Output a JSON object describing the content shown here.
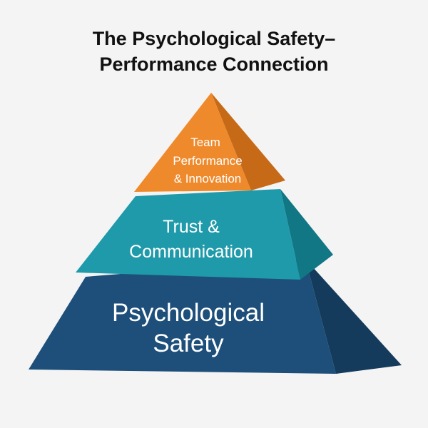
{
  "title": {
    "line1": "The Psychological Safety–",
    "line2": "Performance Connection"
  },
  "tiers": [
    {
      "name": "top",
      "lines": [
        "Team",
        "Performance",
        "& Innovation"
      ],
      "front_color": "#ef8a2c",
      "side_color": "#c76a18"
    },
    {
      "name": "middle",
      "lines": [
        "Trust &",
        "Communication"
      ],
      "front_color": "#1f9aaa",
      "side_color": "#127785"
    },
    {
      "name": "bottom",
      "lines": [
        "Psychological",
        "Safety"
      ],
      "front_color": "#1d4f7a",
      "side_color": "#143a5c"
    }
  ]
}
